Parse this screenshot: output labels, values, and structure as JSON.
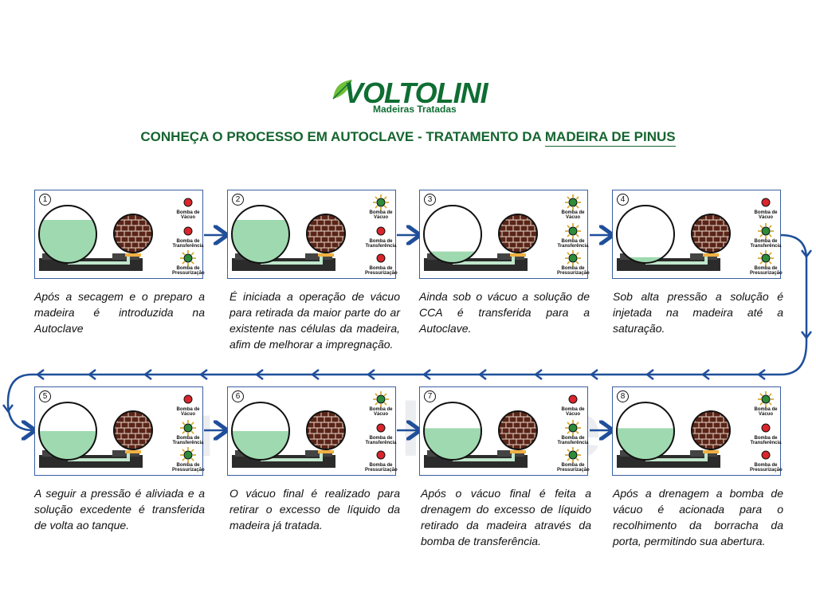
{
  "brand": {
    "name": "VOLTOLINI",
    "subtitle": "Madeiras Tratadas",
    "color": "#0f6e33"
  },
  "title": {
    "part1": "CONHEÇA O PROCESSO EM AUTOCLAVE - TRATAMENTO DA ",
    "highlight": "MADEIRA DE PINUS"
  },
  "watermark": "Autoclaves",
  "pump_labels": {
    "vacuum": [
      "Bomba de",
      "Vácuo"
    ],
    "transfer": [
      "Bomba de",
      "Transferência"
    ],
    "pressure": [
      "Bomba de",
      "Pressurização"
    ]
  },
  "colors": {
    "liquid": "#9fd9b0",
    "wood": "#5a2418",
    "pump_off": "#d9252b",
    "pump_on": "#2e8b3a",
    "flow_arrow": "#1f4f9a"
  },
  "steps": [
    {
      "n": "1",
      "text": "Após a secagem e o preparo a madeira é introduzida na Autoclave",
      "pumps": [
        "off",
        "off",
        "on"
      ],
      "tank_fill": 0.75
    },
    {
      "n": "2",
      "text": "É iniciada a operação de vácuo para retirada da maior parte do ar existente nas células da madeira, afim de melhorar a impregnação.",
      "pumps": [
        "on",
        "off",
        "off"
      ],
      "tank_fill": 0.75
    },
    {
      "n": "3",
      "text": "Ainda sob o vácuo a solução de CCA é transferida para a Autoclave.",
      "pumps": [
        "on",
        "on",
        "on"
      ],
      "tank_fill": 0.2
    },
    {
      "n": "4",
      "text": "Sob alta pressão a solução é injetada na madeira até a saturação.",
      "pumps": [
        "off",
        "on",
        "on"
      ],
      "tank_fill": 0.1
    },
    {
      "n": "5",
      "text": "A seguir a pressão é aliviada e a solução excedente é transferida de volta ao tanque.",
      "pumps": [
        "off",
        "on",
        "on"
      ],
      "tank_fill": 0.5
    },
    {
      "n": "6",
      "text": "O vácuo final é realizado para retirar o excesso de líquido da madeira já tratada.",
      "pumps": [
        "on",
        "off",
        "off"
      ],
      "tank_fill": 0.5
    },
    {
      "n": "7",
      "text": "Após o vácuo final é feita a drenagem do excesso de líquido retirado da madeira através da bomba de transferência.",
      "pumps": [
        "off",
        "on",
        "on"
      ],
      "tank_fill": 0.55
    },
    {
      "n": "8",
      "text": "Após a drenagem a bomba de vácuo é acionada para o recolhimento da borracha da porta, permitindo sua abertura.",
      "pumps": [
        "on",
        "off",
        "off"
      ],
      "tank_fill": 0.55
    }
  ]
}
